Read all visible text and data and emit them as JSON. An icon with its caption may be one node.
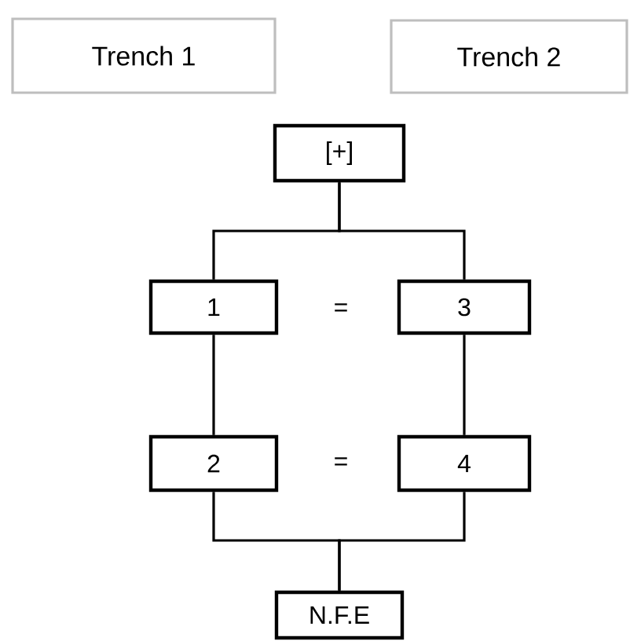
{
  "diagram": {
    "nodes": [
      {
        "text": [
          "Trench 1"
        ]
      },
      {
        "text": [
          "Trench 2"
        ]
      },
      {
        "text": [
          "[+]"
        ]
      },
      {
        "text": [
          "1"
        ]
      },
      {
        "text": [
          "3"
        ]
      },
      {
        "text": [
          "2"
        ]
      },
      {
        "text": [
          "4"
        ]
      },
      {
        "text": [
          "N.F.E"
        ]
      }
    ],
    "edges": [
      {
        "from": 2,
        "to": 3,
        "arrow": "none"
      },
      {
        "from": 2,
        "to": 4,
        "arrow": "none"
      },
      {
        "from": 3,
        "to": 5,
        "arrow": "none"
      },
      {
        "from": 4,
        "to": 6,
        "arrow": "none"
      },
      {
        "from": 5,
        "to": 7,
        "arrow": "none"
      },
      {
        "from": 6,
        "to": 7,
        "arrow": "none"
      }
    ],
    "labels": [
      "=",
      "="
    ]
  }
}
